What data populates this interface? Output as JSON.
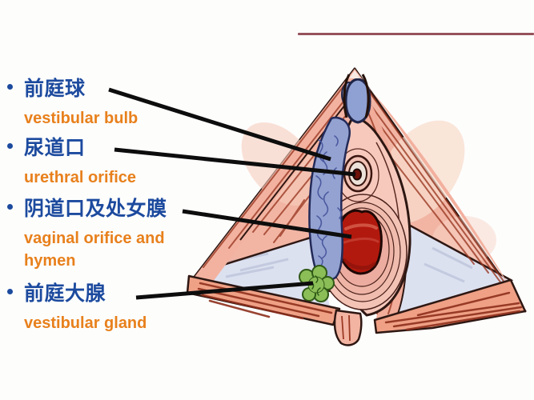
{
  "slide": {
    "accent_rule": {
      "color": "#96525c"
    },
    "labels": [
      {
        "zh": "前庭球",
        "en": "vestibular bulb"
      },
      {
        "zh": "尿道口",
        "en": "urethral orifice"
      },
      {
        "zh": "阴道口及处女膜",
        "en": "vaginal orifice and hymen"
      },
      {
        "zh": "前庭大腺",
        "en": "vestibular gland"
      }
    ],
    "colors": {
      "background": "#fdfdfc",
      "chinese_text": "#1c4a9e",
      "english_text": "#e8801c",
      "pointer_line": "#0d0d0d",
      "accent_rule": "#96525c",
      "muscle_pink": "#f2b5a4",
      "muscle_salmon": "#efa086",
      "striation_red": "#9b3a24",
      "bulb_blue": "#93a2d1",
      "interstice_blue": "#dce1f0",
      "orifice_red": "#b2190e",
      "gland_green": "#8cbe58"
    },
    "diagram": {
      "structures": [
        "clitoris-glans",
        "vestibular-bulb",
        "urethral-orifice",
        "vaginal-orifice-and-hymen",
        "vestibular-gland",
        "perineal-muscles"
      ]
    }
  }
}
